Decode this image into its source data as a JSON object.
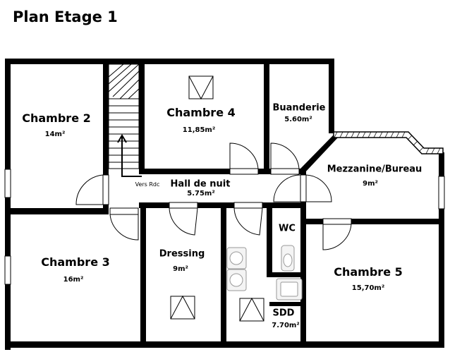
{
  "title": "Plan Etage 1",
  "rooms": {
    "chambre2": {
      "name": "Chambre 2",
      "area": "14m²"
    },
    "chambre4": {
      "name": "Chambre 4",
      "area": "11,85m²"
    },
    "buanderie": {
      "name": "Buanderie",
      "area": "5.60m²"
    },
    "hall": {
      "name": "Hall de nuit",
      "area": "5.75m²"
    },
    "mezzanine": {
      "name": "Mezzanine/Bureau",
      "area": "9m²"
    },
    "chambre3": {
      "name": "Chambre 3",
      "area": "16m²"
    },
    "dressing": {
      "name": "Dressing",
      "area": "9m²"
    },
    "wc": {
      "name": "WC"
    },
    "chambre5": {
      "name": "Chambre 5",
      "area": "15,70m²"
    },
    "sdd": {
      "name": "SDD",
      "area": "7.70m²"
    }
  },
  "stairs": {
    "label": "Vers Rdc"
  },
  "colors": {
    "wall": "#000000",
    "background": "#ffffff",
    "fixture": "#c8c8c8"
  }
}
